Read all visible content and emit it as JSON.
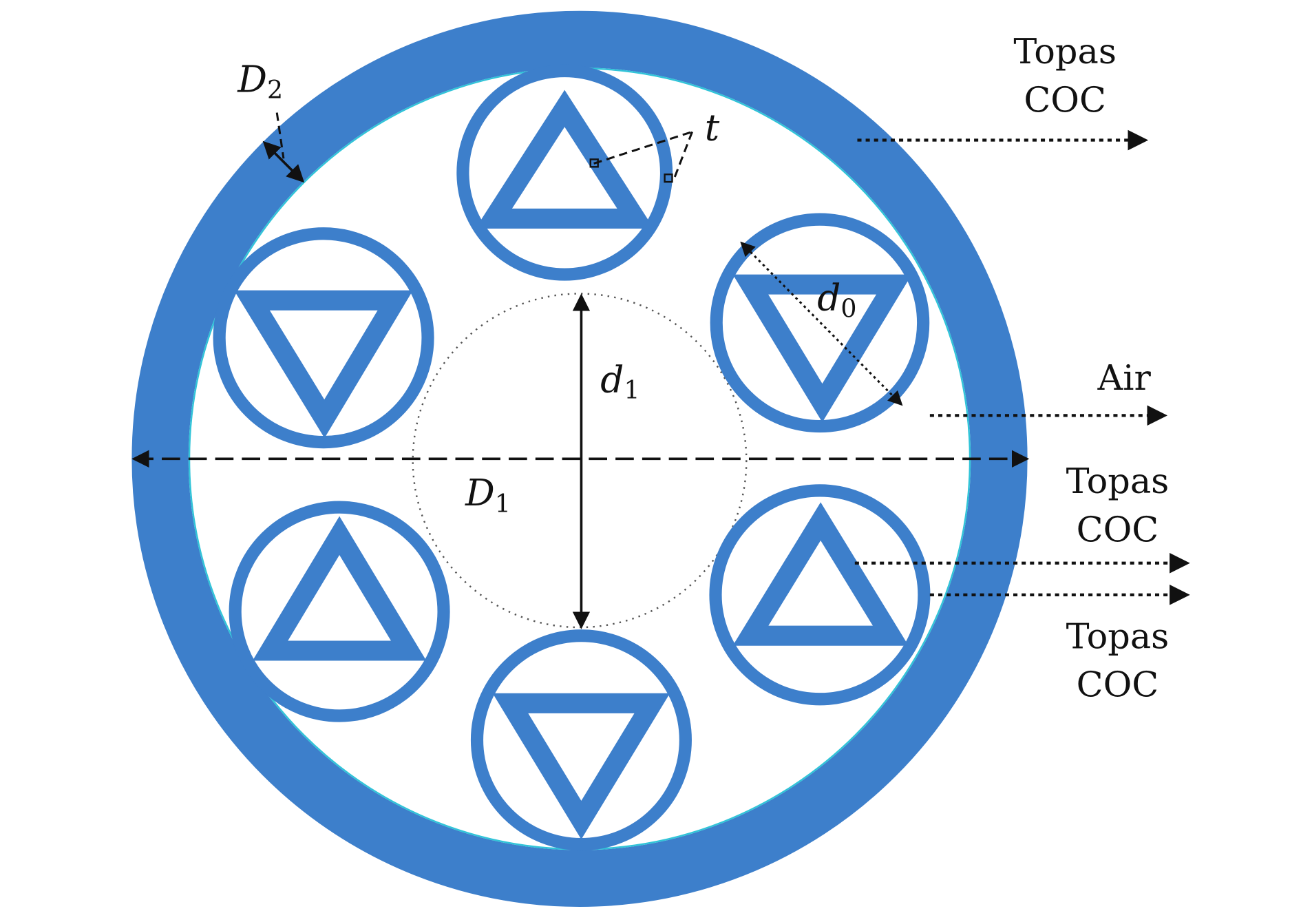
{
  "colors": {
    "tube": "#3d7fcb",
    "edge": "#31c4d8",
    "line": "#111111"
  },
  "labels": {
    "D2": {
      "main": "D",
      "sub": "2"
    },
    "t": {
      "main": "t"
    },
    "d0": {
      "main": "d",
      "sub": "0"
    },
    "d1": {
      "main": "d",
      "sub": "1"
    },
    "D1": {
      "main": "D",
      "sub": "1"
    }
  },
  "materials": [
    {
      "line1": "Topas",
      "line2": "COC"
    },
    {
      "line1": "Air"
    },
    {
      "line1": "Topas",
      "line2": "COC"
    },
    {
      "line1": "Topas",
      "line2": "COC"
    }
  ]
}
